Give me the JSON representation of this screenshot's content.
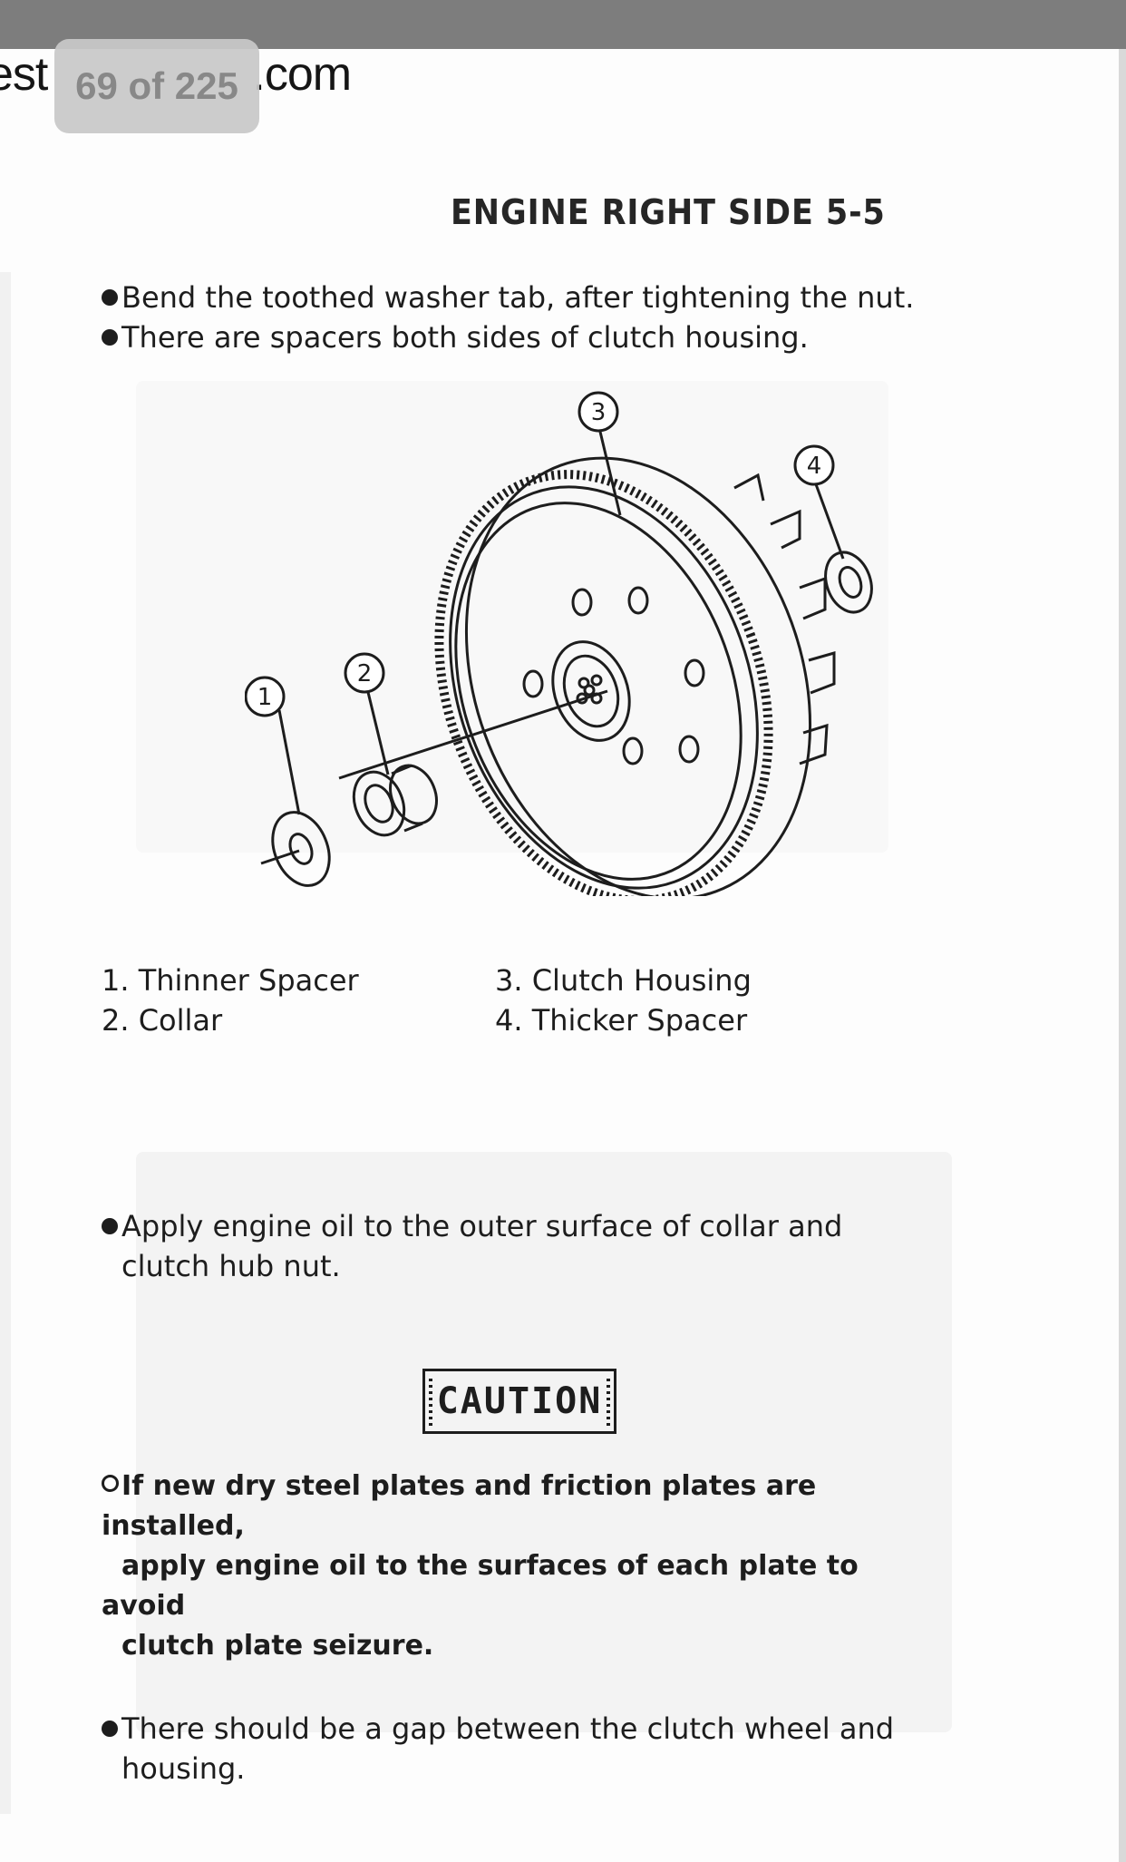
{
  "header": {
    "url_text": "est",
    "url_suffix": ".com",
    "pager_label": "69 of 225"
  },
  "manual": {
    "section_title": "ENGINE RIGHT SIDE 5-5",
    "intro_bullets": [
      "Bend the toothed washer tab, after tightening the nut.",
      "There are spacers both sides of clutch housing."
    ],
    "figure": {
      "callouts": [
        "1",
        "2",
        "3",
        "4"
      ]
    },
    "legend": [
      "1. Thinner Spacer",
      "2. Collar",
      "3. Clutch Housing",
      "4. Thicker Spacer"
    ],
    "oil_bullet_line1": "Apply engine oil to the outer surface of collar and",
    "oil_bullet_line2": "clutch hub nut.",
    "caution_label": "CAUTION",
    "caution_line1": "If new dry steel plates and friction plates are installed,",
    "caution_line2": "apply engine oil to the surfaces of each plate to avoid",
    "caution_line3": "clutch plate seizure.",
    "gap_line1": "There should be a gap between the clutch wheel and",
    "gap_line2": "housing."
  }
}
